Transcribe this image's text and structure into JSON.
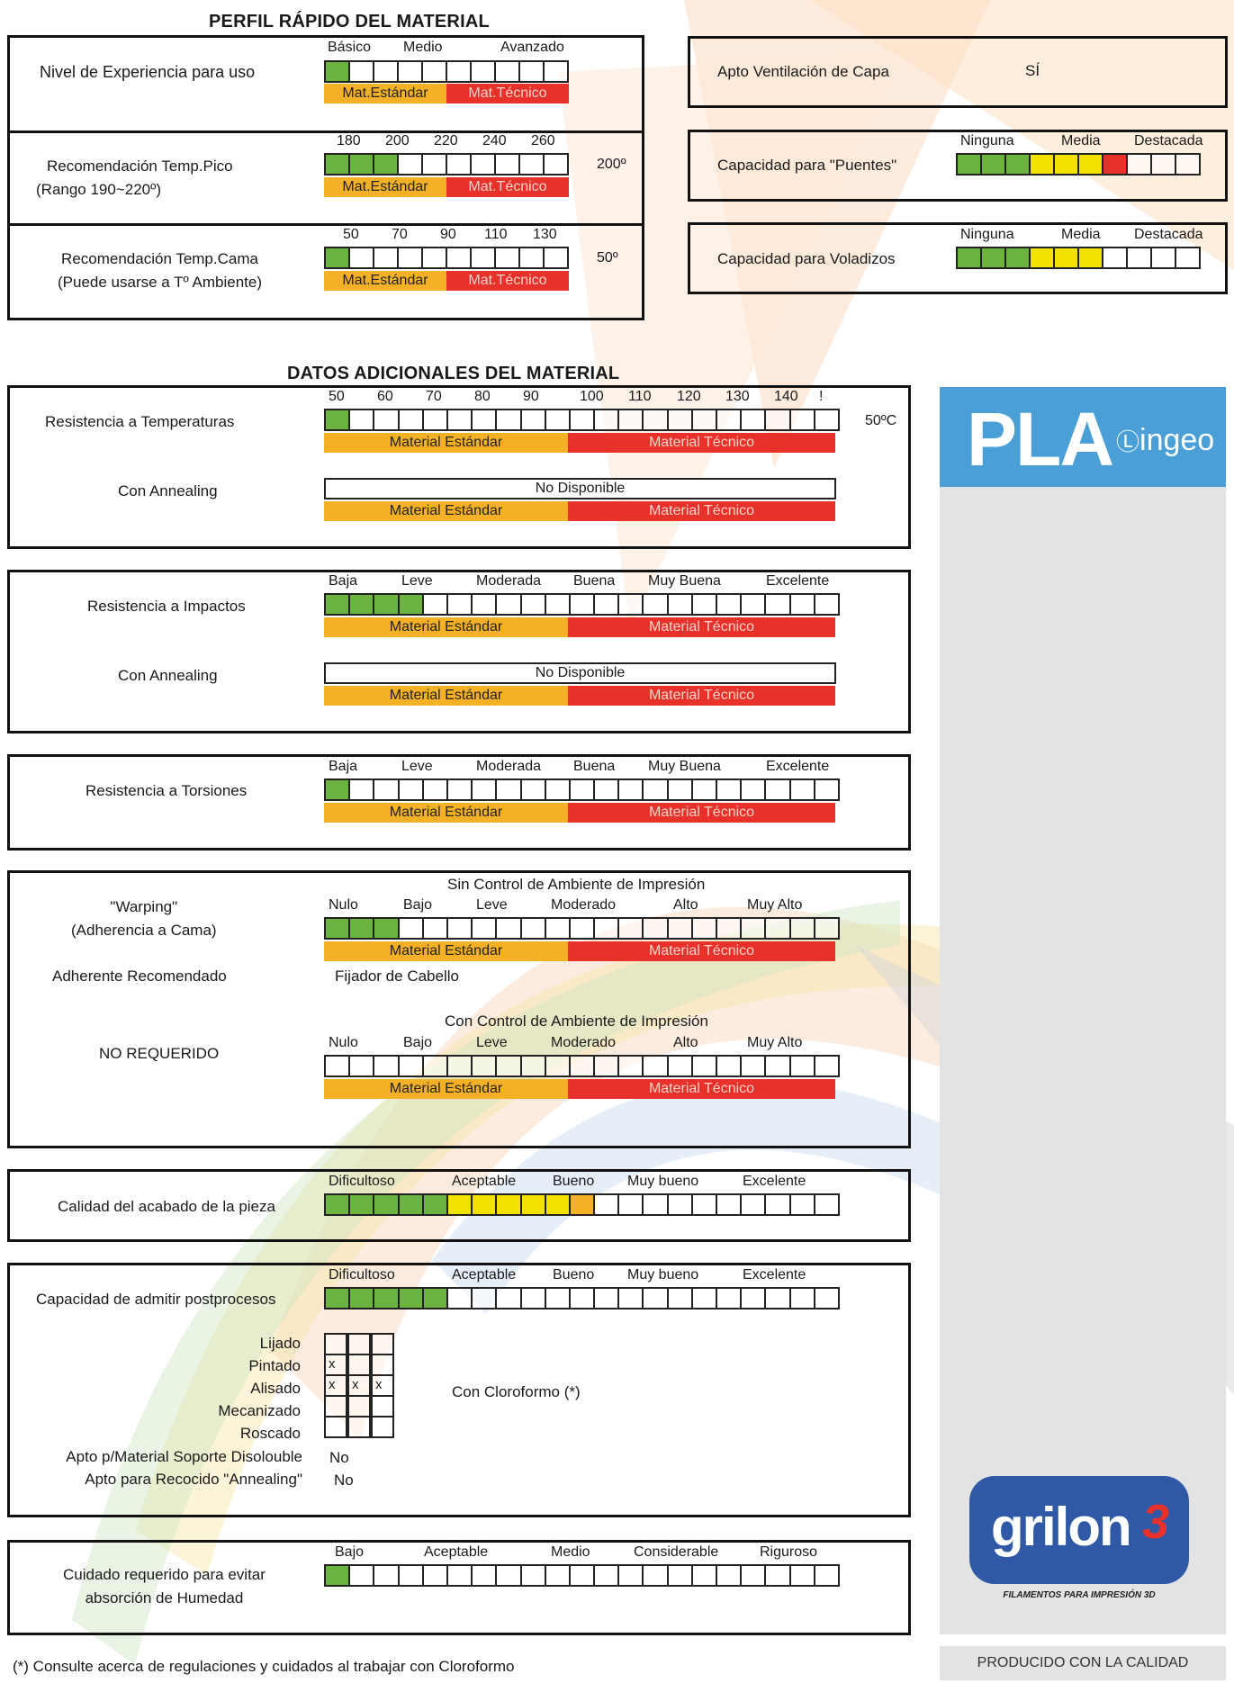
{
  "colors": {
    "green": "#6cb33f",
    "yellow": "#f2e200",
    "orange": "#f5b126",
    "red": "#e8312a",
    "pale": "#fbe3d6",
    "blue": "#4a9fd7"
  },
  "quick": {
    "title": "PERFIL RÁPIDO DEL MATERIAL",
    "experience": {
      "label": "Nivel de Experiencia para uso",
      "ticks": [
        "Básico",
        "Medio",
        "Avanzado"
      ],
      "filled": 1,
      "cat_std": "Mat.Estándar",
      "cat_tec": "Mat.Técnico"
    },
    "temp_pico": {
      "label1": "Recomendación Temp.Pico",
      "label2": "(Rango 190~220º)",
      "ticks": [
        "180",
        "200",
        "220",
        "240",
        "260"
      ],
      "filled": 3,
      "value": "200º",
      "cat_std": "Mat.Estándar",
      "cat_tec": "Mat.Técnico"
    },
    "temp_cama": {
      "label1": "Recomendación Temp.Cama",
      "label2": "(Puede usarse a Tº Ambiente)",
      "ticks": [
        "50",
        "70",
        "90",
        "110",
        "130"
      ],
      "filled": 1,
      "value": "50º",
      "cat_std": "Mat.Estándar",
      "cat_tec": "Mat.Técnico"
    },
    "ventilacion": {
      "label": "Apto Ventilación de Capa",
      "value": "SÍ"
    },
    "puentes": {
      "label": "Capacidad para \"Puentes\"",
      "ticks": [
        "Ninguna",
        "Media",
        "Destacada"
      ],
      "green": 3,
      "yellow": 3,
      "red": 1
    },
    "voladizos": {
      "label": "Capacidad para Voladizos",
      "ticks": [
        "Ninguna",
        "Media",
        "Destacada"
      ],
      "green": 3,
      "yellow": 3,
      "red": 0
    }
  },
  "extra": {
    "title": "DATOS ADICIONALES DEL MATERIAL",
    "temp_res": {
      "label": "Resistencia a Temperaturas",
      "ticks": [
        "50",
        "60",
        "70",
        "80",
        "90",
        "100",
        "110",
        "120",
        "130",
        "140",
        "!"
      ],
      "filled": 1,
      "value": "50ºC",
      "annealing_label": "Con Annealing",
      "annealing_value": "No Disponible"
    },
    "impact": {
      "label": "Resistencia a Impactos",
      "ticks": [
        "Baja",
        "Leve",
        "Moderada",
        "Buena",
        "Muy Buena",
        "Excelente"
      ],
      "filled": 4,
      "annealing_label": "Con Annealing",
      "annealing_value": "No Disponible"
    },
    "torsion": {
      "label": "Resistencia a Torsiones",
      "ticks": [
        "Baja",
        "Leve",
        "Moderada",
        "Buena",
        "Muy Buena",
        "Excelente"
      ],
      "filled": 1
    },
    "warping": {
      "label1": "\"Warping\"",
      "label2": "(Adherencia a Cama)",
      "section1": "Sin Control de Ambiente de Impresión",
      "ticks": [
        "Nulo",
        "Bajo",
        "Leve",
        "Moderado",
        "Alto",
        "Muy Alto"
      ],
      "filled": 3,
      "adherent_label": "Adherente Recomendado",
      "adherent_value": "Fijador de Cabello",
      "section2": "Con Control de Ambiente de Impresión",
      "label_req": "NO REQUERIDO",
      "filled2": 0
    },
    "finish": {
      "label": "Calidad del acabado de la pieza",
      "ticks": [
        "Dificultoso",
        "Aceptable",
        "Bueno",
        "Muy bueno",
        "Excelente"
      ],
      "green": 5,
      "yellow": 5,
      "orange": 1
    },
    "post": {
      "label": "Capacidad de admitir postprocesos",
      "ticks": [
        "Dificultoso",
        "Aceptable",
        "Bueno",
        "Muy bueno",
        "Excelente"
      ],
      "filled": 5,
      "rows": [
        {
          "name": "Lijado",
          "marks": [
            "",
            "",
            ""
          ]
        },
        {
          "name": "Pintado",
          "marks": [
            "x",
            "",
            ""
          ]
        },
        {
          "name": "Alisado",
          "marks": [
            "x",
            "x",
            "x"
          ]
        },
        {
          "name": "Mecanizado",
          "marks": [
            "",
            "",
            ""
          ]
        },
        {
          "name": "Roscado",
          "marks": [
            "",
            "",
            ""
          ]
        }
      ],
      "chloroform": "Con Cloroformo (*)",
      "soluble_label": "Apto p/Material Soporte Disolouble",
      "soluble_value": "No",
      "anneal_label": "Apto para Recocido \"Annealing\"",
      "anneal_value": "No"
    },
    "humidity": {
      "label1": "Cuidado requerido para evitar",
      "label2": "absorción de Humedad",
      "ticks": [
        "Bajo",
        "Aceptable",
        "Medio",
        "Considerable",
        "Riguroso"
      ],
      "filled": 1
    },
    "cat_std": "Material Estándar",
    "cat_tec": "Material Técnico"
  },
  "brand": {
    "pla": "PLA",
    "ingeo": "ingeo",
    "grilon": "grilon",
    "grilon_num": "3",
    "tagline": "FILAMENTOS PARA IMPRESIÓN 3D",
    "produced": "PRODUCIDO CON LA CALIDAD"
  },
  "footnote": "(*) Consulte acerca de regulaciones y cuidados al trabajar con Cloroformo"
}
